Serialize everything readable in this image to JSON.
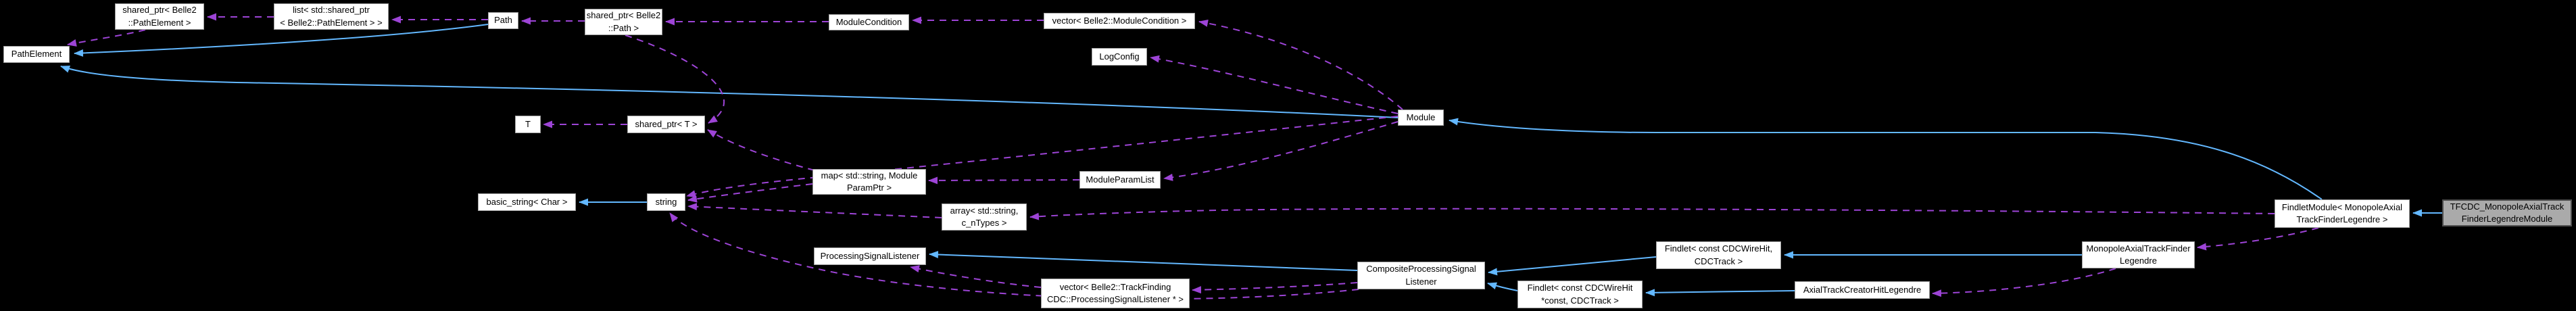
{
  "diagram": {
    "type": "doxygen-collaboration-graph",
    "colors": {
      "background": "#000000",
      "node_fill": "#ffffff",
      "node_border": "#9e9e9e",
      "current_node_fill": "#aaaaaa",
      "current_node_border": "#4f4f4f",
      "inheritance_edge": "#63b8ff",
      "usage_edge": "#9d44d6",
      "text": "#000000"
    },
    "nodes": {
      "pathelement": {
        "label": "PathElement"
      },
      "sptr_pathelement": {
        "label": "shared_ptr< Belle2\n::PathElement >"
      },
      "list_sptr_pathelement": {
        "label": "list< std::shared_ptr\n< Belle2::PathElement > >"
      },
      "path": {
        "label": "Path"
      },
      "sptr_path": {
        "label": "shared_ptr< Belle2\n::Path >"
      },
      "modulecondition": {
        "label": "ModuleCondition"
      },
      "vector_modulecondition": {
        "label": "vector< Belle2::ModuleCondition >"
      },
      "logconfig": {
        "label": "LogConfig"
      },
      "module": {
        "label": "Module"
      },
      "t": {
        "label": "T"
      },
      "sptr_t": {
        "label": "shared_ptr< T >"
      },
      "basic_string": {
        "label": "basic_string< Char >"
      },
      "string": {
        "label": "string"
      },
      "map_moduleparamptr": {
        "label": "map< std::string, Module\nParamPtr >"
      },
      "moduleparamlist": {
        "label": "ModuleParamList"
      },
      "array_ntypes": {
        "label": "array< std::string,\nc_nTypes >"
      },
      "psl": {
        "label": "ProcessingSignalListener"
      },
      "vector_psl": {
        "label": "vector< Belle2::TrackFinding\nCDC::ProcessingSignalListener * >"
      },
      "composite": {
        "label": "CompositeProcessingSignal\nListener"
      },
      "findlet_wirehit": {
        "label": "Findlet< const CDCWireHit,\nCDCTrack >"
      },
      "findlet_wirehit_const": {
        "label": "Findlet< const CDCWireHit\n*const, CDCTrack >"
      },
      "axialtrackcreator": {
        "label": "AxialTrackCreatorHitLegendre"
      },
      "monopole": {
        "label": "MonopoleAxialTrackFinder\nLegendre"
      },
      "findletmodule": {
        "label": "FindletModule< MonopoleAxial\nTrackFinderLegendre >"
      },
      "tfcdc_module": {
        "label": "TFCDC_MonopoleAxialTrack\nFinderLegendreModule",
        "current": true
      }
    },
    "edges": [
      {
        "from": "path",
        "to": "pathelement",
        "type": "inheritance"
      },
      {
        "from": "module",
        "to": "pathelement",
        "type": "inheritance"
      },
      {
        "from": "findletmodule",
        "to": "module",
        "type": "inheritance"
      },
      {
        "from": "tfcdc_module",
        "to": "findletmodule",
        "type": "inheritance"
      },
      {
        "from": "string",
        "to": "basic_string",
        "type": "inheritance"
      },
      {
        "from": "composite",
        "to": "psl",
        "type": "inheritance"
      },
      {
        "from": "findlet_wirehit",
        "to": "composite",
        "type": "inheritance"
      },
      {
        "from": "findlet_wirehit_const",
        "to": "composite",
        "type": "inheritance"
      },
      {
        "from": "monopole",
        "to": "findlet_wirehit",
        "type": "inheritance"
      },
      {
        "from": "axialtrackcreator",
        "to": "findlet_wirehit_const",
        "type": "inheritance"
      },
      {
        "from": "sptr_pathelement",
        "to": "pathelement",
        "type": "usage"
      },
      {
        "from": "list_sptr_pathelement",
        "to": "sptr_pathelement",
        "type": "usage"
      },
      {
        "from": "path",
        "to": "list_sptr_pathelement",
        "type": "usage"
      },
      {
        "from": "sptr_path",
        "to": "path",
        "type": "usage"
      },
      {
        "from": "modulecondition",
        "to": "sptr_path",
        "type": "usage"
      },
      {
        "from": "vector_modulecondition",
        "to": "modulecondition",
        "type": "usage"
      },
      {
        "from": "module",
        "to": "vector_modulecondition",
        "type": "usage"
      },
      {
        "from": "module",
        "to": "logconfig",
        "type": "usage"
      },
      {
        "from": "module",
        "to": "moduleparamlist",
        "type": "usage"
      },
      {
        "from": "moduleparamlist",
        "to": "map_moduleparamptr",
        "type": "usage"
      },
      {
        "from": "map_moduleparamptr",
        "to": "string",
        "type": "usage"
      },
      {
        "from": "module",
        "to": "string",
        "type": "usage"
      },
      {
        "from": "array_ntypes",
        "to": "string",
        "type": "usage"
      },
      {
        "from": "findletmodule",
        "to": "array_ntypes",
        "type": "usage"
      },
      {
        "from": "sptr_t",
        "to": "t",
        "type": "usage"
      },
      {
        "from": "sptr_path",
        "to": "sptr_t",
        "type": "usage"
      },
      {
        "from": "map_moduleparamptr",
        "to": "sptr_t",
        "type": "usage"
      },
      {
        "from": "composite",
        "to": "vector_psl",
        "type": "usage"
      },
      {
        "from": "vector_psl",
        "to": "psl",
        "type": "usage"
      },
      {
        "from": "composite",
        "to": "string",
        "type": "usage"
      },
      {
        "from": "findletmodule",
        "to": "monopole",
        "type": "usage"
      },
      {
        "from": "monopole",
        "to": "axialtrackcreator",
        "type": "usage"
      }
    ]
  }
}
